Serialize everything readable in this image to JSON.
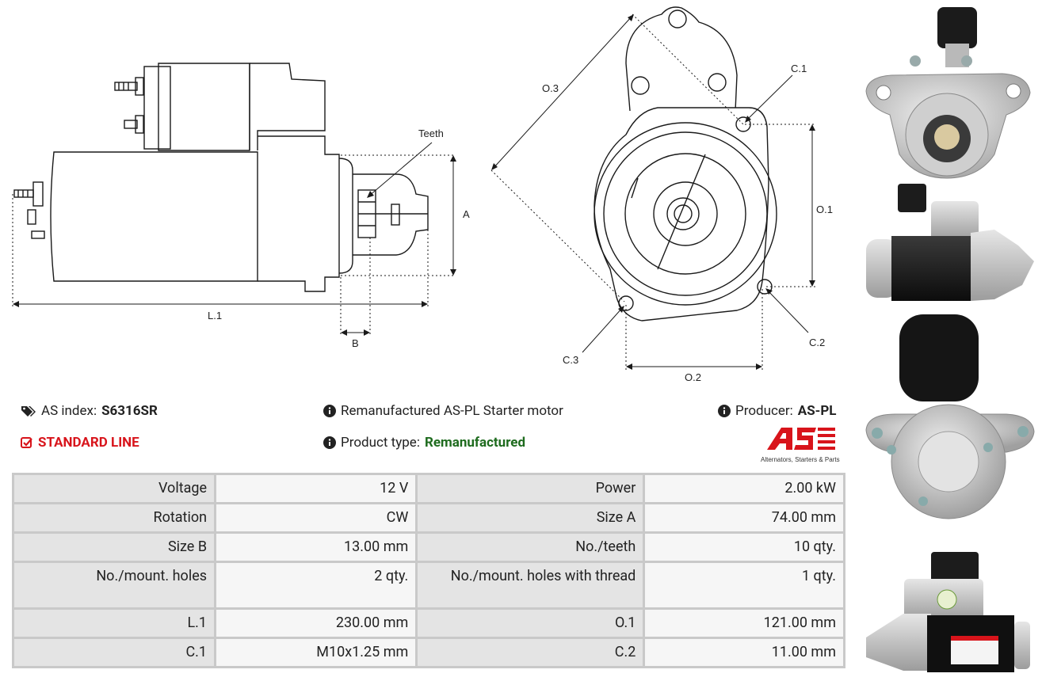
{
  "drawing": {
    "teeth_label": "Teeth",
    "a_label": "A",
    "b_label": "B",
    "l1_label": "L.1",
    "o3_label": "O.3",
    "c1_label": "C.1",
    "o1_label": "O.1",
    "c2_label": "C.2",
    "c3_label": "C.3",
    "o2_label": "O.2"
  },
  "header": {
    "as_index_label": "AS index:",
    "as_index_value": "S6316SR",
    "description": "Remanufactured AS-PL Starter motor",
    "producer_label": "Producer:",
    "producer_value": "AS-PL",
    "line_label": "STANDARD LINE",
    "product_type_label": "Product type:",
    "product_type_value": "Remanufactured",
    "logo_tagline": "Alternators, Starters & Parts"
  },
  "specs": [
    {
      "k1": "Voltage",
      "v1": "12 V",
      "k2": "Power",
      "v2": "2.00 kW"
    },
    {
      "k1": "Rotation",
      "v1": "CW",
      "k2": "Size A",
      "v2": "74.00 mm"
    },
    {
      "k1": "Size B",
      "v1": "13.00 mm",
      "k2": "No./teeth",
      "v2": "10 qty."
    },
    {
      "k1": "No./mount. holes",
      "v1": "2 qty.",
      "k2": "No./mount. holes with thread",
      "v2": "1 qty."
    },
    {
      "k1": "L.1",
      "v1": "230.00 mm",
      "k2": "O.1",
      "v2": "121.00 mm"
    },
    {
      "k1": "C.1",
      "v1": "M10x1.25 mm",
      "k2": "C.2",
      "v2": "11.00 mm"
    }
  ],
  "colors": {
    "accent_red": "#d8141b",
    "green": "#1e6b1e",
    "table_border": "#c9c9c9"
  },
  "icons": [
    "tags-icon",
    "info-icon",
    "checkbox-icon"
  ]
}
